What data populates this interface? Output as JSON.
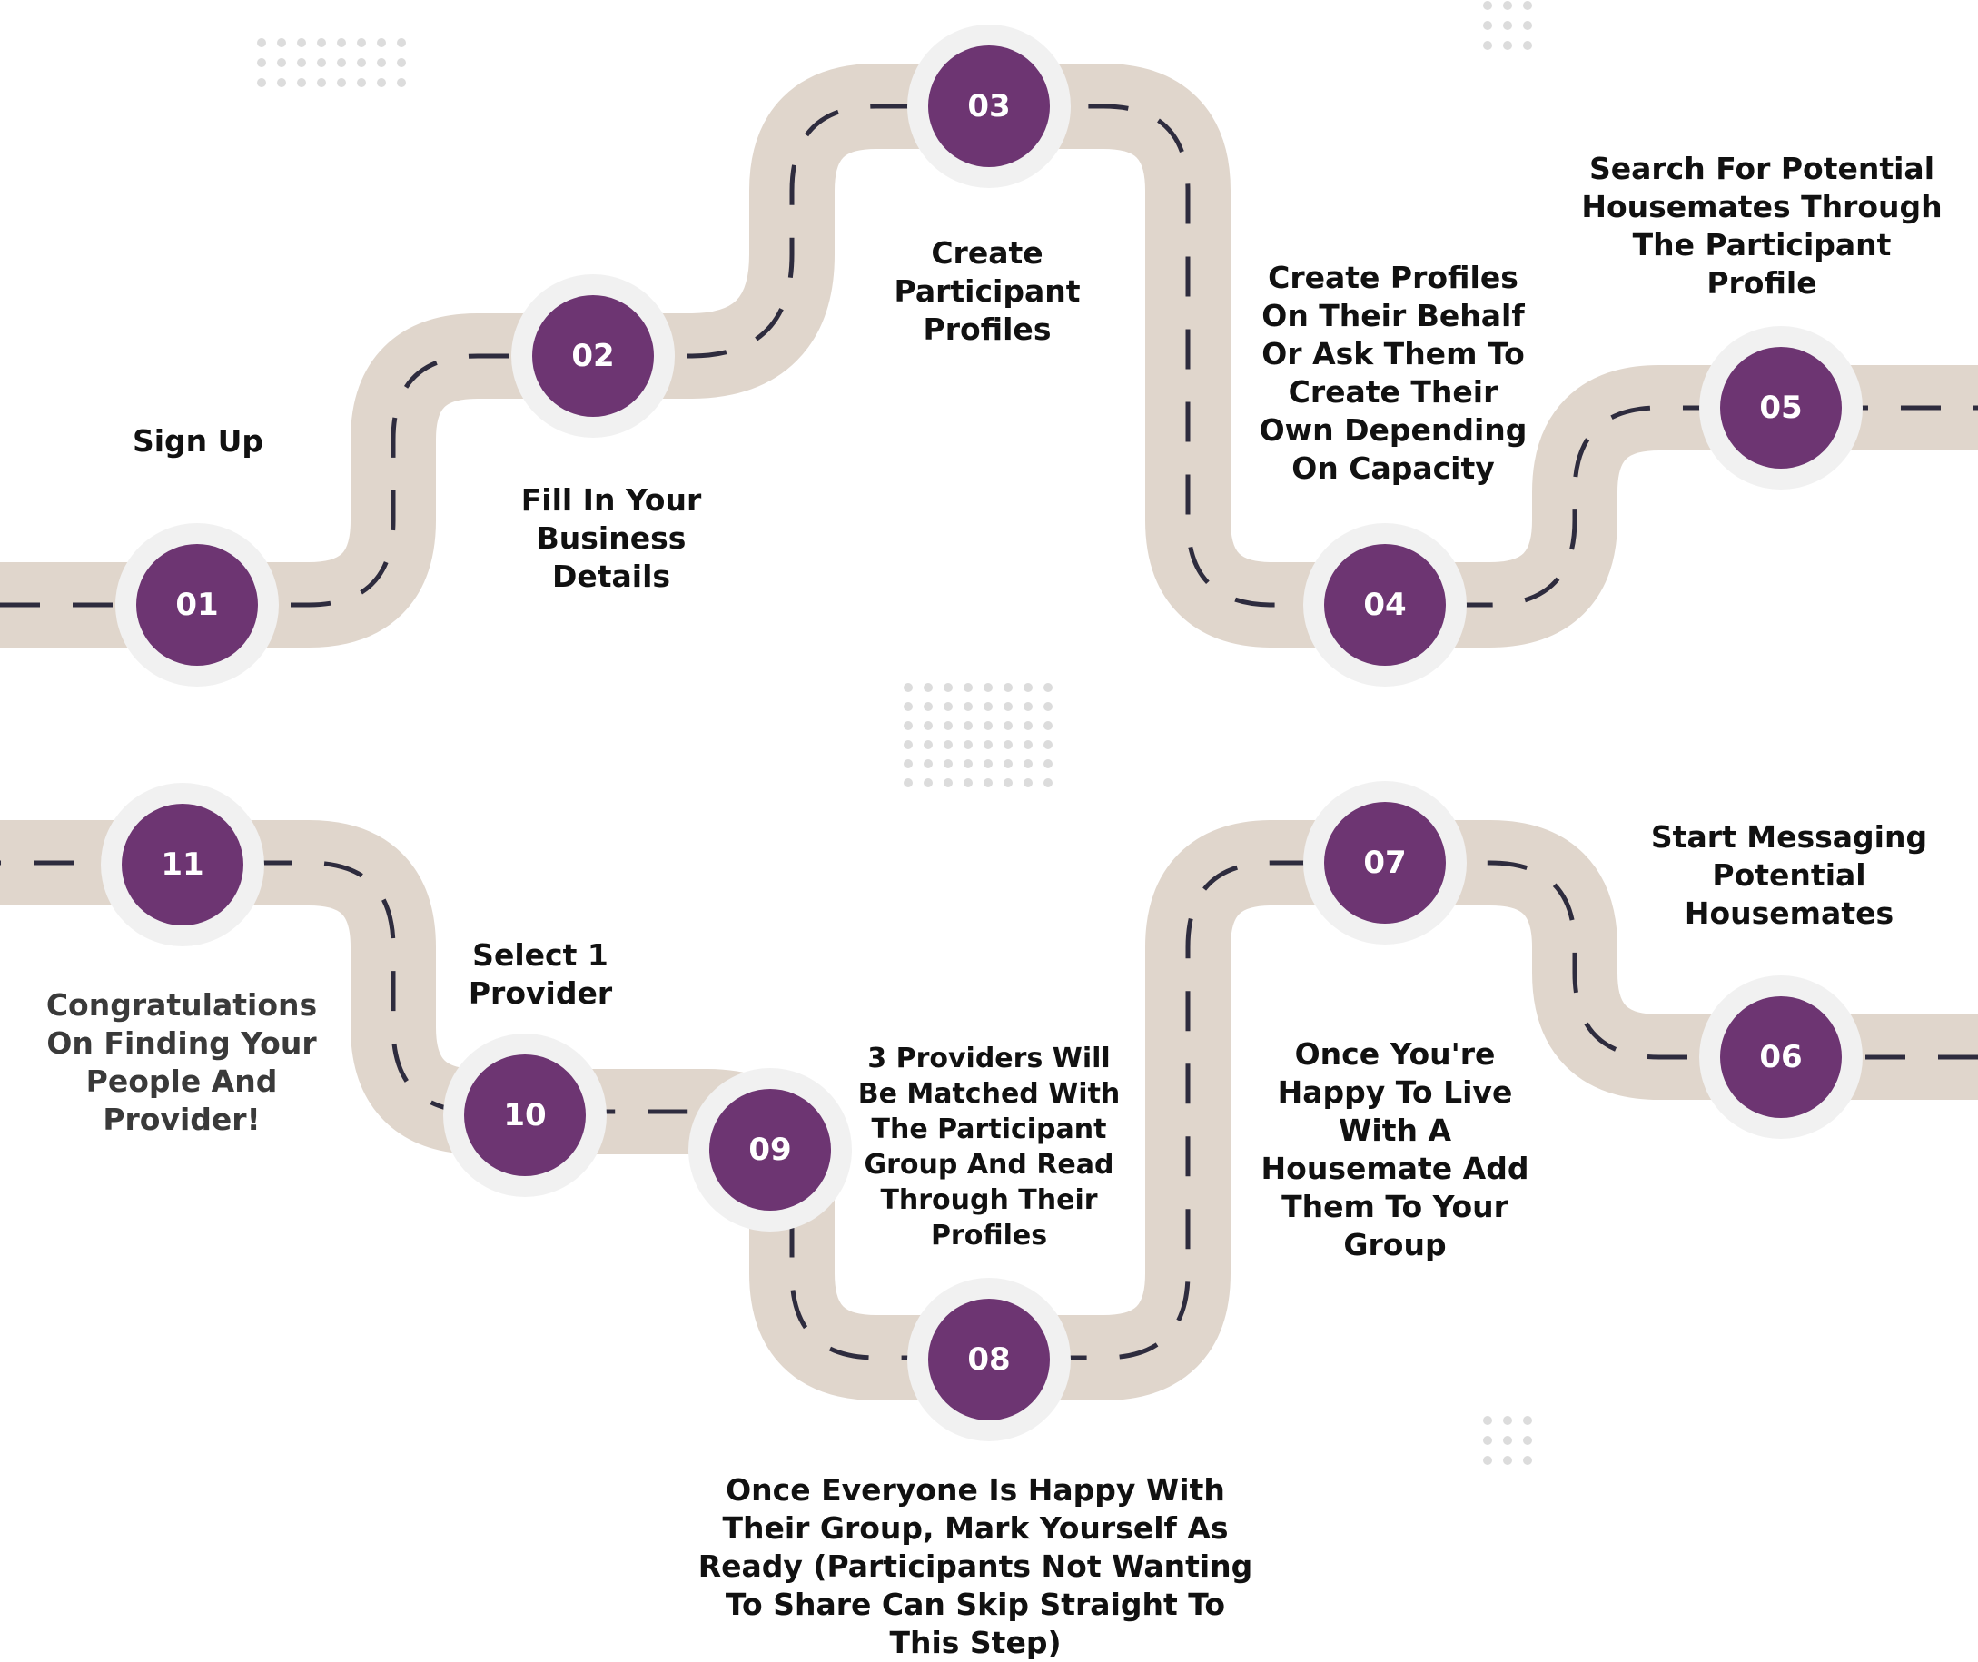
{
  "colors": {
    "road": "#e0d6cc",
    "dash": "#2e2c3e",
    "node_ring": "#f1f1f1",
    "node_fill": "#6d3572",
    "node_text": "#ffffff",
    "dots": "#dcdcdc"
  },
  "steps": [
    {
      "number": "01",
      "label": "Sign Up"
    },
    {
      "number": "02",
      "label": "Fill In Your Business Details"
    },
    {
      "number": "03",
      "label": "Create Participant Profiles"
    },
    {
      "number": "04",
      "label": "Create Profiles On Their Behalf Or Ask Them To Create Their Own Depending On Capacity"
    },
    {
      "number": "05",
      "label": "Search For Potential Housemates Through The Participant Profile"
    },
    {
      "number": "06",
      "label": "Start Messaging Potential Housemates"
    },
    {
      "number": "07",
      "label": "Once You're Happy To Live With A Housemate Add Them To Your Group"
    },
    {
      "number": "08",
      "label": "Once Everyone Is Happy With Their Group, Mark Yourself As Ready (Participants Not Wanting To Share Can Skip Straight To This Step)"
    },
    {
      "number": "09",
      "label": "3 Providers Will Be Matched With The Participant Group And Read Through Their Profiles"
    },
    {
      "number": "10",
      "label": "Select 1 Provider"
    },
    {
      "number": "11",
      "label": "Congratulations On Finding Your People And Provider!"
    }
  ]
}
